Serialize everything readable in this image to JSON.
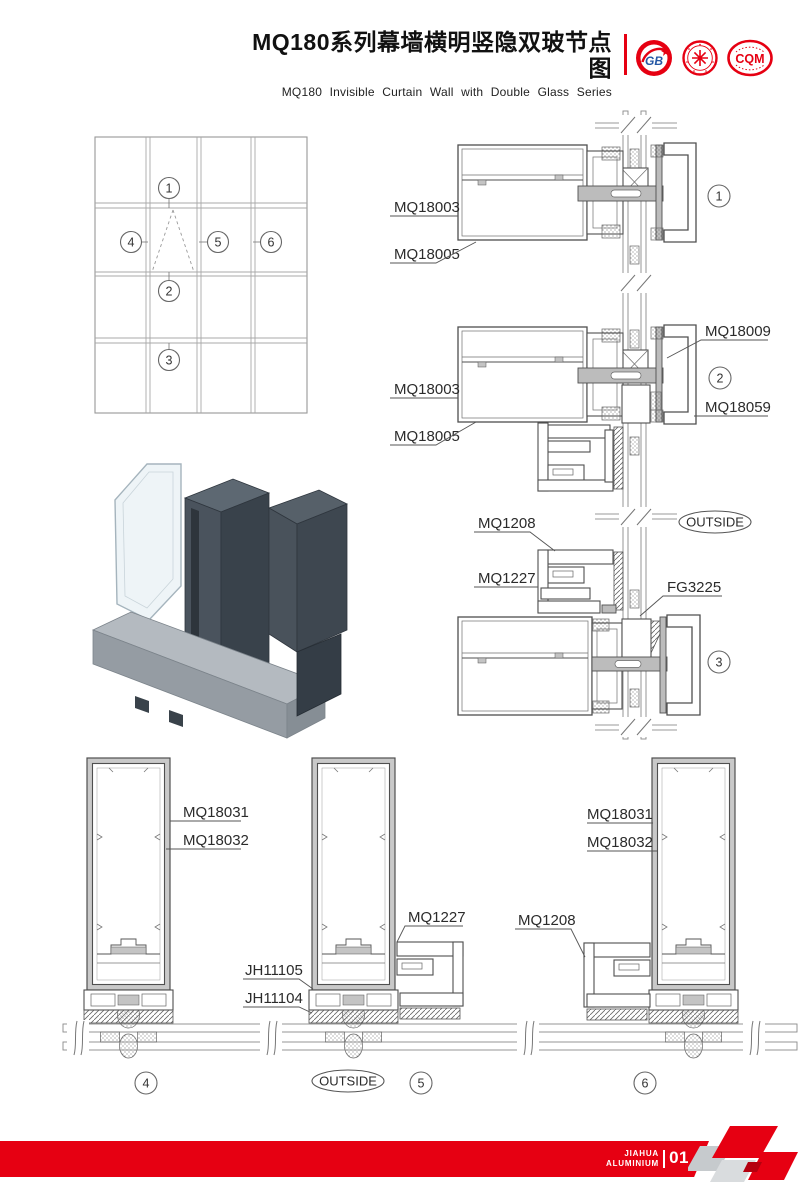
{
  "header": {
    "title_cn": "MQ180系列幕墙横明竖隐双玻节点图",
    "subtitle_en": "MQ180 Invisible Curtain Wall with Double Glass Series",
    "logos": {
      "gb_text": "GB",
      "cqm_text": "CQM"
    }
  },
  "callouts": {
    "c1": "1",
    "c2": "2",
    "c3": "3",
    "c4": "4",
    "c5": "5",
    "c6": "6"
  },
  "labels": {
    "s1_top": "MQ18003",
    "s1_bottom": "MQ18005",
    "s2_top": "MQ18003",
    "s2_bottom": "MQ18005",
    "s2_right_top": "MQ18009",
    "s2_right_bottom": "MQ18059",
    "mid_top": "MQ1208",
    "mid_bottom": "MQ1227",
    "mid_glass": "FG3225",
    "outside": "OUTSIDE",
    "s4_top": "MQ18031",
    "s4_bottom": "MQ18032",
    "s5_left_top": "JH11105",
    "s5_left_bottom": "JH11104",
    "s5_frame": "MQ1227",
    "s6_frame": "MQ1208",
    "s6_top": "MQ18031",
    "s6_bottom": "MQ18032"
  },
  "footer": {
    "brand_line1": "JIAHUA",
    "brand_line2": "ALUMINIUM",
    "page_no": "01"
  },
  "colors": {
    "accent_red": "#e60012"
  }
}
